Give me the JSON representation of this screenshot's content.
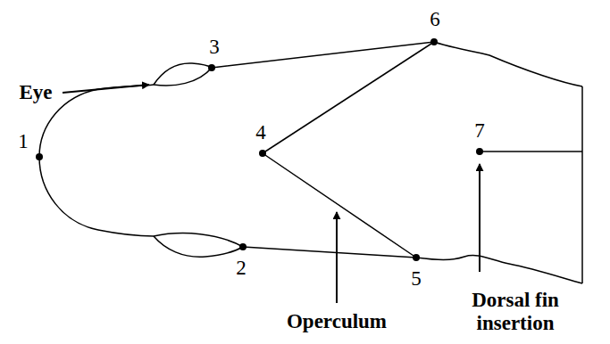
{
  "diagram": {
    "labels": [
      "1",
      "2",
      "3",
      "4",
      "5",
      "6",
      "7",
      "Eye",
      "Operculum",
      "Dorsal fin insertion"
    ]
  }
}
